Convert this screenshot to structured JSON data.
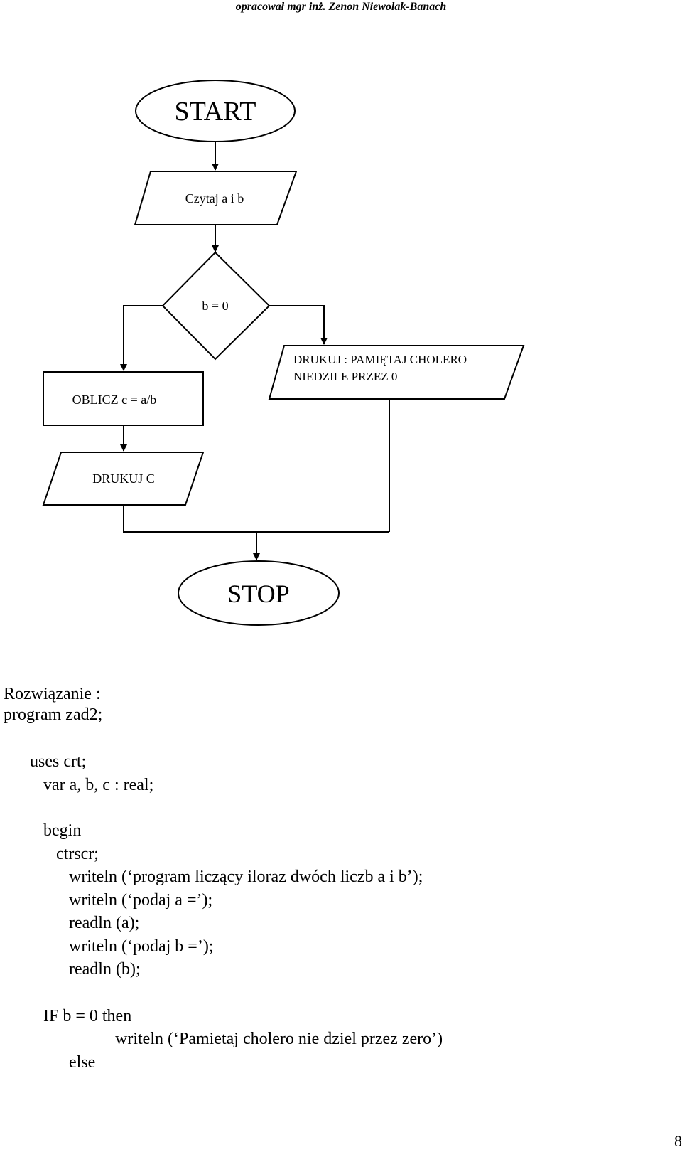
{
  "header": {
    "author": "opracował mgr inż. Zenon Niewolak-Banach"
  },
  "flowchart": {
    "start": "START",
    "read": "Czytaj a i b",
    "condition": "b = 0",
    "compute": "OBLICZ c = a/b",
    "print_error_line1": "DRUKUJ  : PAMIĘTAJ CHOLERO",
    "print_error_line2": "NIEDZILE PRZEZ 0",
    "print_result": "DRUKUJ C",
    "stop": "STOP"
  },
  "solution": {
    "heading": "Rozwiązanie :",
    "lines": [
      "program zad2;",
      "uses crt;",
      "var a, b, c : real;",
      "begin",
      "ctrscr;",
      "writeln (‘program liczący iloraz dwóch liczb a i b’);",
      "writeln (‘podaj a =’);",
      "readln (a);",
      "writeln (‘podaj b =’);",
      "readln (b);",
      "IF b = 0 then",
      "writeln (‘Pamietaj cholero nie dziel przez zero’)",
      "else"
    ]
  },
  "page": {
    "number": "8"
  }
}
